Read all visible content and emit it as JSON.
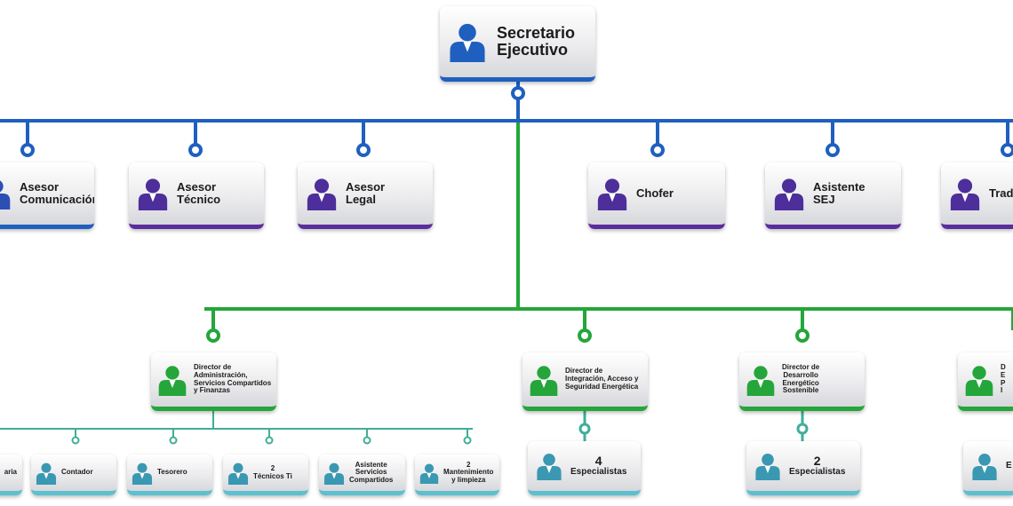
{
  "colors": {
    "blue": "#1f5fbf",
    "purple": "#5b2d9c",
    "green": "#24a63a",
    "teal": "#5cc0cf",
    "cyan": "#3aa6c2"
  },
  "top": {
    "line1": "Secretario",
    "line2": "Ejecutivo"
  },
  "advisors": [
    {
      "line1": "Asesor",
      "line2": "Comunicación"
    },
    {
      "line1": "Asesor",
      "line2": "Técnico"
    },
    {
      "line1": "Asesor",
      "line2": "Legal"
    },
    {
      "line1": "Chofer",
      "line2": ""
    },
    {
      "line1": "Asistente",
      "line2": "SEJ"
    },
    {
      "line1": "Trad",
      "line2": ""
    }
  ],
  "directors": [
    {
      "text": "Director de\nAdministración,\nServicios Compartidos\ny Finanzas"
    },
    {
      "text": "Director de\nIntegración, Acceso y\nSeguridad Energética"
    },
    {
      "text": "Director de\nDesarrollo\nEnergético\nSostenible"
    },
    {
      "text": "D\nE\nP\nI"
    }
  ],
  "specialists": [
    {
      "count": "4",
      "label": "Especialistas"
    },
    {
      "count": "2",
      "label": "Especialistas"
    },
    {
      "count": "",
      "label": "E"
    }
  ],
  "staff": [
    {
      "text": "aria"
    },
    {
      "text": "Contador"
    },
    {
      "text": "Tesorero"
    },
    {
      "text": "2\nTécnicos Ti"
    },
    {
      "text": "Asistente\nServicios\nCompartidos"
    },
    {
      "text": "2\nMantenimiento\ny limpieza"
    }
  ]
}
